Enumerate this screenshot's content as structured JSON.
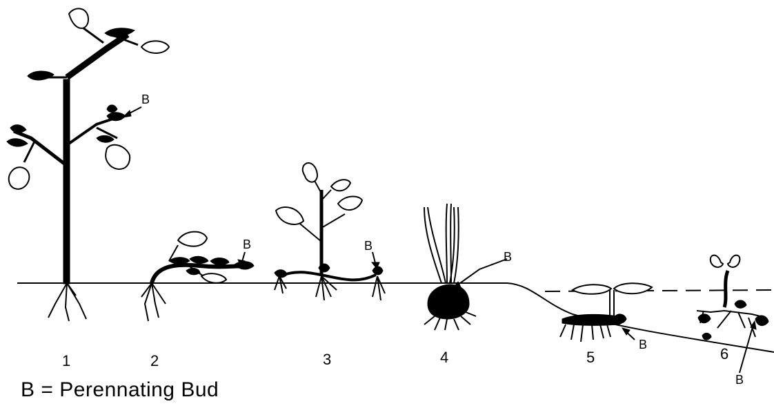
{
  "diagram": {
    "plants": [
      {
        "number": "1",
        "bud_label": "B"
      },
      {
        "number": "2",
        "bud_label": "B"
      },
      {
        "number": "3",
        "bud_label": "B"
      },
      {
        "number": "4",
        "bud_label": "B"
      },
      {
        "number": "5",
        "bud_label": "B"
      },
      {
        "number": "6",
        "bud_label": "B"
      }
    ],
    "legend": "B = Perennating Bud"
  }
}
